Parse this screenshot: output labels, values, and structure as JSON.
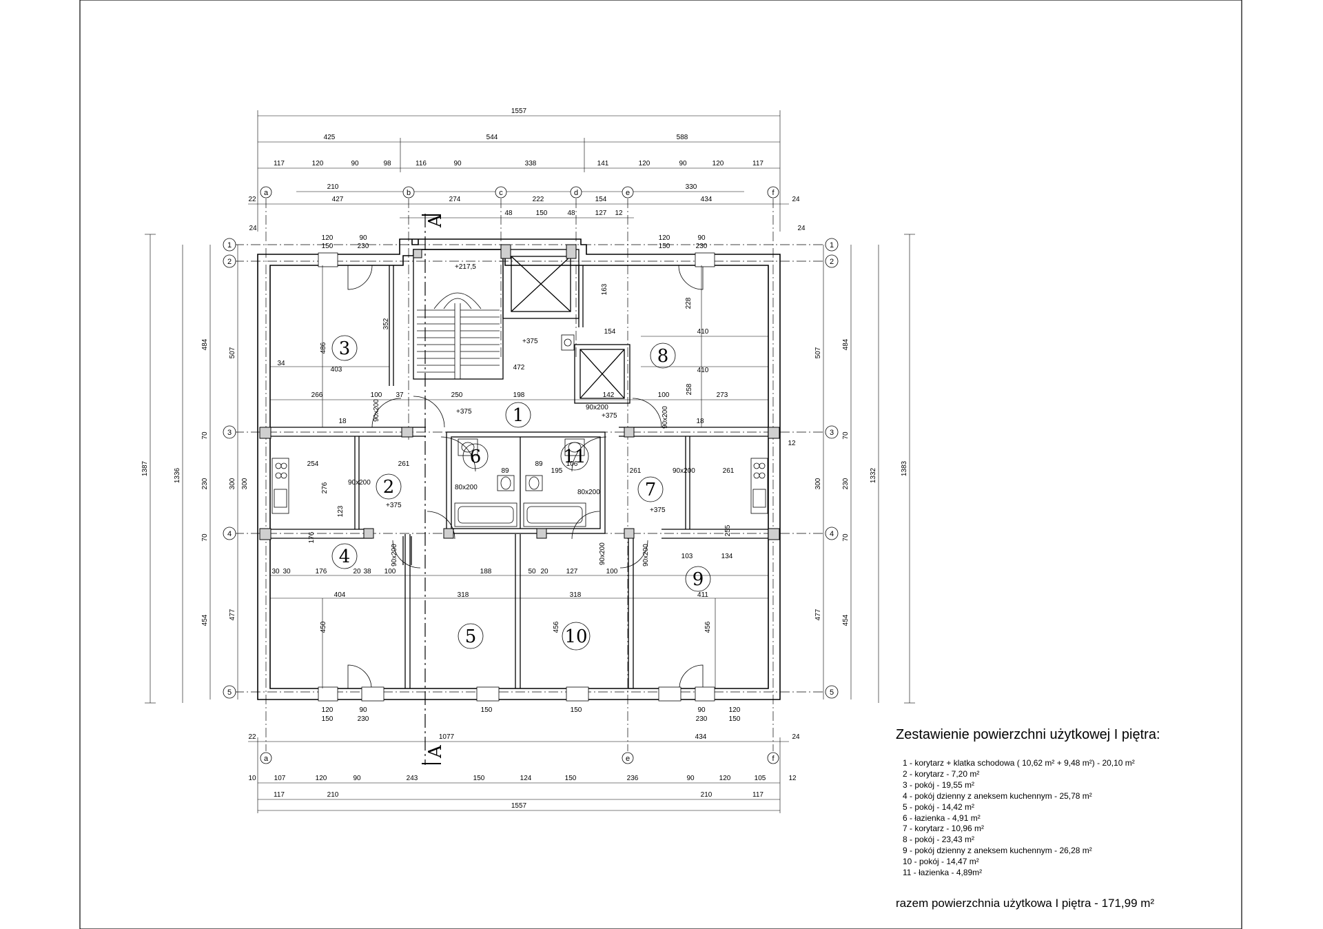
{
  "drawing": {
    "section_marker": "A",
    "axis_letters": [
      "a",
      "b",
      "c",
      "d",
      "e",
      "f"
    ],
    "axis_letters_bottom": [
      "a",
      "e",
      "f"
    ],
    "axis_numbers": [
      "1",
      "2",
      "3",
      "4",
      "5"
    ],
    "room_numbers": [
      "1",
      "2",
      "3",
      "4",
      "5",
      "6",
      "7",
      "8",
      "9",
      "10",
      "11"
    ],
    "top_dims": {
      "overall": "1557",
      "row2": [
        "425",
        "544",
        "588"
      ],
      "row3": [
        "117",
        "120",
        "90",
        "98",
        "116",
        "90",
        "338",
        "141",
        "120",
        "90",
        "120",
        "117"
      ],
      "row4": [
        "210",
        "330"
      ],
      "row5": [
        "22",
        "427",
        "274",
        "222",
        "154",
        "434",
        "24"
      ],
      "row6": [
        "48",
        "150",
        "48",
        "127",
        "12"
      ]
    },
    "bottom_dims": {
      "row1": [
        "22",
        "1077",
        "434",
        "24"
      ],
      "row2": [
        "10",
        "107",
        "120",
        "90",
        "243",
        "150",
        "124",
        "150",
        "236",
        "90",
        "120",
        "105",
        "12"
      ],
      "row3": [
        "117",
        "210",
        "210",
        "117"
      ],
      "overall": "1557"
    },
    "left_dims": {
      "outer": "1387",
      "second": "1336",
      "third": [
        "484",
        "70",
        "230",
        "70",
        "454"
      ],
      "fourth": [
        "507",
        "300",
        "477"
      ]
    },
    "right_dims": {
      "outer": "1383",
      "second": "1332",
      "third": [
        "484",
        "70",
        "230",
        "70",
        "454"
      ],
      "fourth": [
        "507",
        "300",
        "477"
      ]
    },
    "window_labels": [
      "120",
      "150",
      "90",
      "230"
    ],
    "door_labels": [
      "90x200",
      "80x200"
    ],
    "levels": [
      "+217,5",
      "+375"
    ],
    "interior_dims": [
      "352",
      "486",
      "403",
      "34",
      "266",
      "100",
      "37",
      "250",
      "198",
      "472",
      "163",
      "228",
      "154",
      "410",
      "258",
      "142",
      "273",
      "254",
      "261",
      "89",
      "195",
      "106",
      "276",
      "123",
      "300",
      "176",
      "255",
      "404",
      "318",
      "411",
      "450",
      "456",
      "188",
      "127",
      "103",
      "134",
      "30",
      "18",
      "12",
      "24",
      "50",
      "20",
      "38"
    ]
  },
  "legend": {
    "title": "Zestawienie powierzchni użytkowej I piętra:",
    "items": [
      "1 - korytarz + klatka schodowa  ( 10,62 m² + 9,48 m²)  - 20,10 m²",
      "2 - korytarz - 7,20 m²",
      "3 - pokój - 19,55 m²",
      "4 - pokój dzienny z aneksem kuchennym - 25,78 m²",
      "5 - pokój - 14,42 m²",
      "6 - łazienka - 4,91 m²",
      "7 - korytarz - 10,96 m²",
      "8 - pokój - 23,43 m²",
      "9 - pokój dzienny z aneksem kuchennym - 26,28 m²",
      "10 - pokój - 14,47 m²",
      "11 - łazienka - 4,89m²"
    ],
    "total": "razem powierzchnia użytkowa I piętra - 171,99 m²"
  }
}
